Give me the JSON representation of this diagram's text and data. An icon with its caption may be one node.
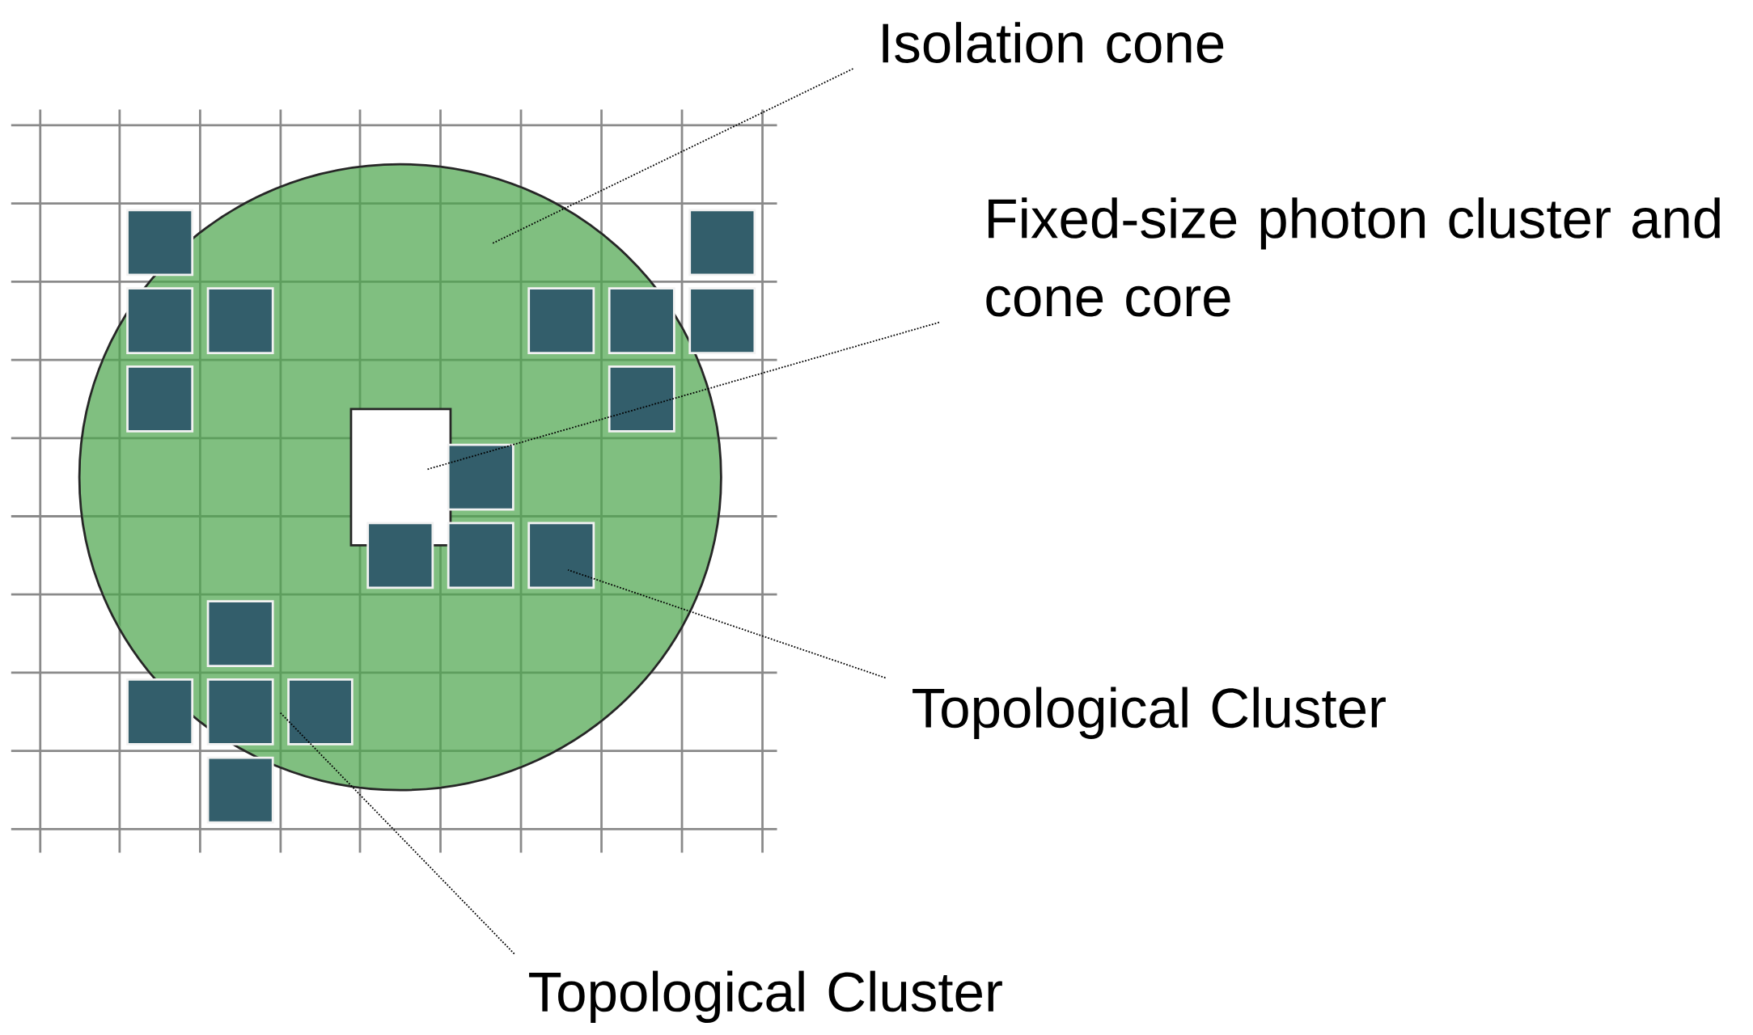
{
  "diagram": {
    "nodes": [
      {
        "text": [
          "Isolation cone"
        ]
      },
      {
        "text": [],
        "shape": "circle"
      },
      {
        "text": [
          "Fixed-size photon cluster and cone core"
        ]
      },
      {
        "text": [],
        "shape": "box",
        "in": 1
      },
      {
        "text": [
          "Topological Cluster"
        ]
      },
      {
        "text": [
          "Topological Cluster"
        ]
      }
    ],
    "edges": [
      {
        "from": 0,
        "to": 1,
        "arrow": "none"
      },
      {
        "from": 2,
        "to": 3,
        "arrow": "none"
      },
      {
        "from": 4,
        "to": null,
        "arrow": "none"
      },
      {
        "from": 5,
        "to": null,
        "arrow": "none"
      }
    ]
  }
}
